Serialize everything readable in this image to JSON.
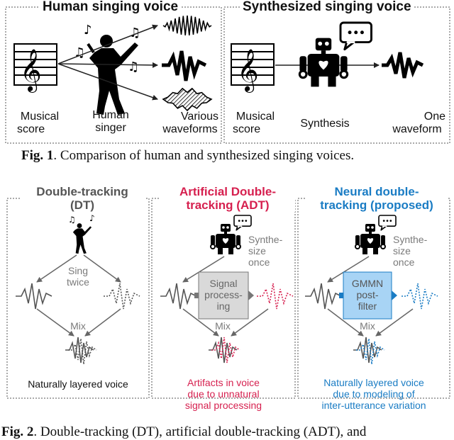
{
  "fig1": {
    "human_title": "Human singing voice",
    "synth_title": "Synthesized singing voice",
    "labels": {
      "musical_score_1": [
        "Musical",
        "score"
      ],
      "human_singer": [
        "Human",
        "singer"
      ],
      "various_waveforms": [
        "Various",
        "waveforms"
      ],
      "musical_score_2": [
        "Musical",
        "score"
      ],
      "synthesis": "Synthesis",
      "one_waveform": [
        "One",
        "waveform"
      ]
    },
    "caption_label": "Fig. 1",
    "caption_text": ". Comparison of human and synthesized singing voices."
  },
  "fig2": {
    "dt_title": [
      "Double-tracking",
      "(DT)"
    ],
    "adt_title": [
      "Artificial Double-",
      "tracking (ADT)"
    ],
    "neural_title": [
      "Neural double-",
      "tracking (proposed)"
    ],
    "sing_twice": [
      "Sing",
      "twice"
    ],
    "synthesize_once": [
      "Synthe-",
      "size",
      "once"
    ],
    "signal_processing": [
      "Signal",
      "process-",
      "ing"
    ],
    "gmmn_postfilter": [
      "GMMN",
      "post-",
      "filter"
    ],
    "mix": "Mix",
    "dt_result": "Naturally layered voice",
    "adt_result": [
      "Artifacts in voice",
      "due to unnatural",
      "signal processing"
    ],
    "neural_result": [
      "Naturally layered voice",
      "due to modeling of",
      "inter-utterance variation"
    ],
    "caption_label": "Fig. 2",
    "caption_text": ". Double-tracking (DT), artificial double-tracking (ADT), and"
  },
  "colors": {
    "adt": "#d6204f",
    "neural": "#1a7cc4",
    "neural_box": "#a8d4f5",
    "gray_box": "#d9d9d9",
    "gray_text": "#7a7a7a"
  },
  "icons": [
    "treble-clef-icon",
    "singer-icon",
    "music-note-icon",
    "waveform-icon",
    "robot-icon",
    "speech-bubble-icon"
  ]
}
